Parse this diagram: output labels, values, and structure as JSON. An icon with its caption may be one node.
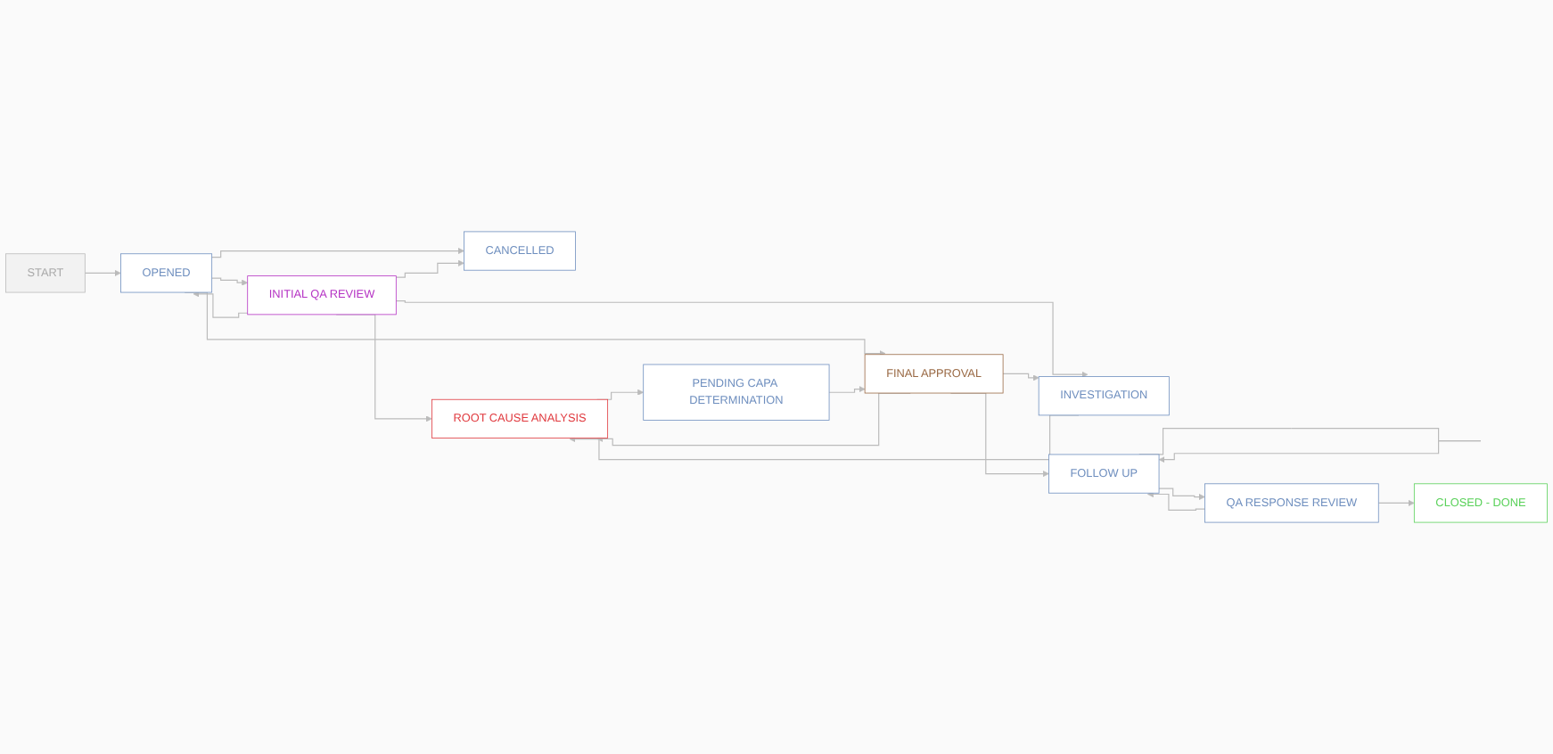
{
  "diagram": {
    "nodes": [
      {
        "text": [
          "START"
        ]
      },
      {
        "text": [
          "OPENED"
        ]
      },
      {
        "text": [
          "CANCELLED"
        ]
      },
      {
        "text": [
          "INITIAL QA REVIEW"
        ]
      },
      {
        "text": [
          "ROOT CAUSE ANALYSIS"
        ]
      },
      {
        "text": [
          "INVESTIGATION"
        ]
      },
      {
        "text": [
          "FINAL APPROVAL"
        ]
      },
      {
        "text": [
          "PENDING CAPA DETERMINATION"
        ]
      },
      {
        "text": [
          "FOLLOW UP"
        ]
      },
      {
        "text": [
          "QA RESPONSE REVIEW"
        ]
      },
      {
        "text": [
          "CLOSED - DONE"
        ]
      }
    ],
    "edges": [
      {
        "from": 0,
        "to": 1,
        "arrow": "to"
      },
      {
        "from": 1,
        "to": 2,
        "arrow": "to"
      },
      {
        "from": 1,
        "to": 3,
        "arrow": "to"
      },
      {
        "from": 3,
        "to": 1,
        "arrow": "to"
      },
      {
        "from": 1,
        "to": 6,
        "arrow": "to"
      },
      {
        "from": 3,
        "to": 2,
        "arrow": "to"
      },
      {
        "from": 3,
        "to": 4,
        "arrow": "to"
      },
      {
        "from": 3,
        "to": 5,
        "arrow": "to"
      },
      {
        "from": 5,
        "to": 4,
        "arrow": "to"
      },
      {
        "from": 6,
        "to": 5,
        "arrow": "to"
      },
      {
        "from": 6,
        "to": 4,
        "arrow": "to"
      },
      {
        "from": 4,
        "to": 7,
        "arrow": "to"
      },
      {
        "from": 7,
        "to": 6,
        "arrow": "to"
      },
      {
        "from": 6,
        "to": 8,
        "arrow": "to"
      },
      {
        "from": 8,
        "to": 8,
        "arrow": "to"
      },
      {
        "from": 9,
        "to": 8,
        "arrow": "to"
      },
      {
        "from": 8,
        "to": 9,
        "arrow": "to"
      },
      {
        "from": 9,
        "to": 10,
        "arrow": "to"
      }
    ]
  }
}
